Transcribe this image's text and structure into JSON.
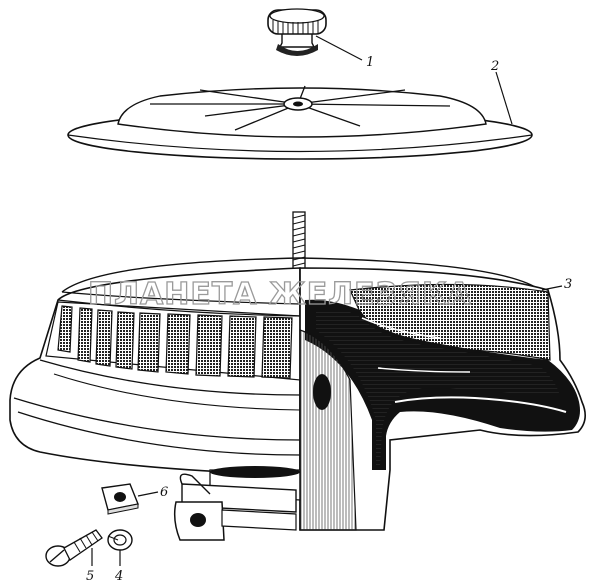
{
  "figure": {
    "watermark": "ПЛАНЕТА ЖЕЛЕЗЯКА",
    "callouts": [
      {
        "id": "1",
        "label": "1"
      },
      {
        "id": "2",
        "label": "2"
      },
      {
        "id": "3",
        "label": "3"
      },
      {
        "id": "4",
        "label": "4"
      },
      {
        "id": "5",
        "label": "5"
      },
      {
        "id": "6",
        "label": "6"
      }
    ]
  }
}
